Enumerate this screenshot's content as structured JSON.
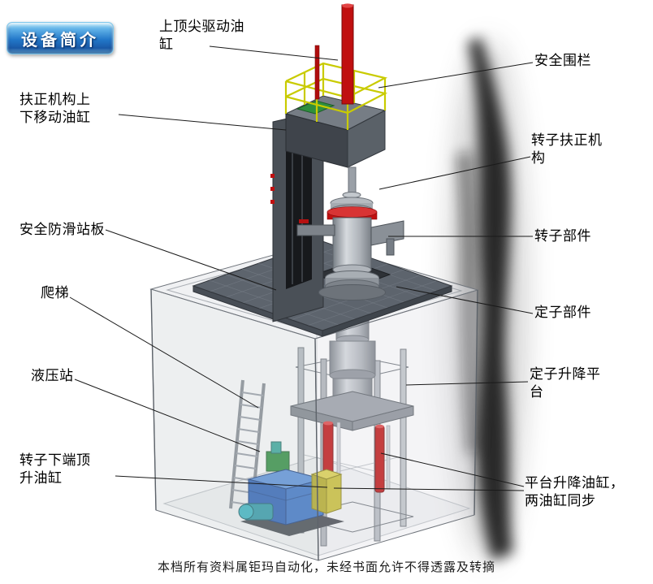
{
  "badge": {
    "label": "设备简介"
  },
  "labels": {
    "top_cylinder": {
      "text": "上顶尖驱动油缸"
    },
    "safety_fence": {
      "text": "安全围栏"
    },
    "centering_cylinder": {
      "text": "扶正机构上下移动油缸"
    },
    "rotor_centering": {
      "text": "转子扶正机构"
    },
    "antislip_plate": {
      "text": "安全防滑站板"
    },
    "rotor_part": {
      "text": "转子部件"
    },
    "ladder": {
      "text": "爬梯"
    },
    "stator_part": {
      "text": "定子部件"
    },
    "hydraulic_station": {
      "text": "液压站"
    },
    "stator_lift_platform": {
      "text": "定子升降平台"
    },
    "rotor_bottom_cylinder": {
      "text": "转子下端顶升油缸"
    },
    "platform_lift_cylinders": {
      "text": "平台升降油缸，两油缸同步"
    }
  },
  "footer": {
    "text": "本档所有资料属钜玛自动化，未经书面允许不得透露及转摘"
  },
  "colors": {
    "cylinder_red": "#c01010",
    "railing_yellow": "#c9cb00",
    "hydraulic_blue": "#2b62b8",
    "badge_blue": "#2277c8",
    "structure_gray": "#4a5057",
    "platform_gray": "#5d646d"
  }
}
